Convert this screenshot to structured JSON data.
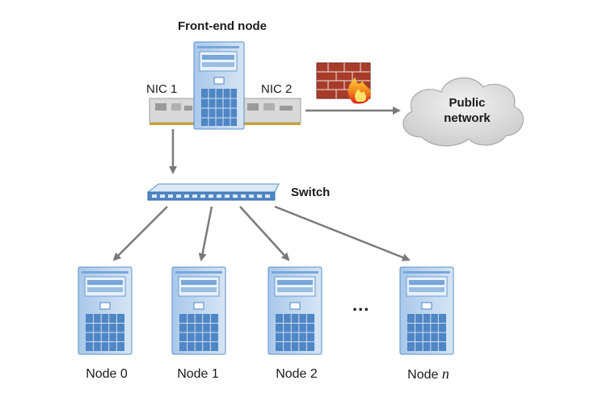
{
  "frontend": {
    "label": "Front-end node"
  },
  "nic1": {
    "label": "NIC 1"
  },
  "nic2": {
    "label": "NIC 2"
  },
  "cloud": {
    "line1": "Public",
    "line2": "network"
  },
  "switch": {
    "label": "Switch"
  },
  "ellipsis": "...",
  "nodes": [
    {
      "label": "Node 0"
    },
    {
      "label": "Node 1"
    },
    {
      "label": "Node 2"
    },
    {
      "prefix": "Node ",
      "suffix": "n"
    }
  ],
  "colors": {
    "server_light": "#c9dcf0",
    "server_mid": "#8fb6df",
    "server_dark": "#4f86c4",
    "arrow": "#7a7a7a",
    "cloud": "#d8d8d8",
    "firewall_brick": "#b0412f",
    "flame": "#f29a1e"
  }
}
